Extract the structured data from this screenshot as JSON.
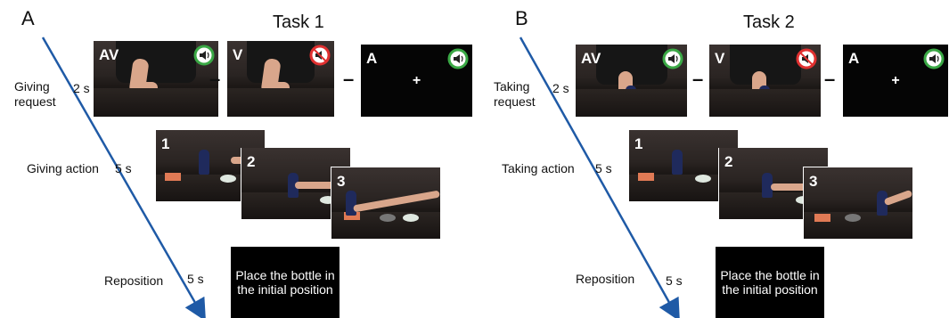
{
  "panels": [
    {
      "letter": "A",
      "title": "Task 1",
      "request_label": "Giving\nrequest",
      "request_duration": "2 s",
      "action_label": "Giving action",
      "action_duration": "5 s",
      "reposition_label": "Reposition",
      "reposition_duration": "5 s",
      "request_frames": [
        {
          "tag": "AV",
          "audio": "sound-on"
        },
        {
          "tag": "V",
          "audio": "sound-off"
        },
        {
          "tag": "A",
          "audio": "sound-on",
          "fixation": "+"
        }
      ],
      "action_frames": [
        "1",
        "2",
        "3"
      ],
      "instruction": "Place the bottle in the initial position"
    },
    {
      "letter": "B",
      "title": "Task 2",
      "request_label": "Taking\nrequest",
      "request_duration": "2 s",
      "action_label": "Taking action",
      "action_duration": "5 s",
      "reposition_label": "Reposition",
      "reposition_duration": "5 s",
      "request_frames": [
        {
          "tag": "AV",
          "audio": "sound-on"
        },
        {
          "tag": "V",
          "audio": "sound-off"
        },
        {
          "tag": "A",
          "audio": "sound-on",
          "fixation": "+"
        }
      ],
      "action_frames": [
        "1",
        "2",
        "3"
      ],
      "instruction": "Place the bottle in the initial position"
    }
  ],
  "separator": "–",
  "colors": {
    "timeline_arrow": "#1f5aa6",
    "sound_on_ring": "#3aa845",
    "sound_off_ring": "#e03030",
    "frame_dark": "#1c1816",
    "skin": "#d9a68b",
    "bottle": "#1f2a5c"
  }
}
